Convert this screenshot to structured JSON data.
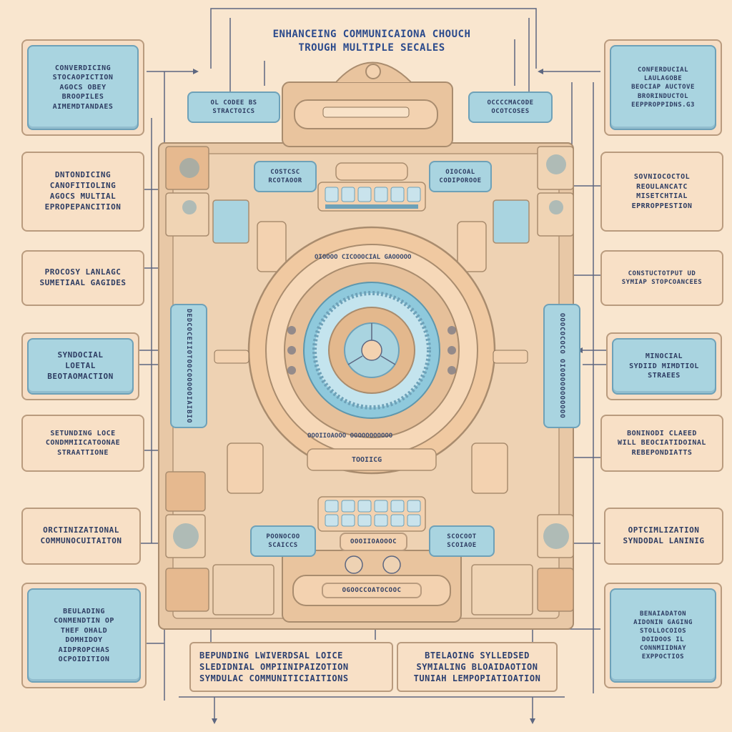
{
  "title": {
    "line1": "ENHANCEING COMMUNICAIONA CHOUCH",
    "line2": "TROUGH MULTIPLE SECALES"
  },
  "left_boxes": [
    {
      "lines": [
        "CONVERDICING",
        "STOCAOPICTION",
        "AGOCS OBEY",
        "BROOPILES",
        "AIMEMDTANDAES"
      ]
    },
    {
      "lines": [
        "DNTONDICING",
        "CANOFITIOLING",
        "AGOCS MULTIAL",
        "EPROPEPANCITION"
      ]
    },
    {
      "lines": [
        "PROCOSY LANLAGC",
        "SUMETIAAL GAGIDES"
      ]
    },
    {
      "lines": [
        "SYNDOCIAL",
        "LOETAL",
        "BEOTAOMACTION"
      ]
    },
    {
      "lines": [
        "SETUNDING LOCE",
        "CONDMMIICATOONAE",
        "STRAATTIONE"
      ]
    },
    {
      "lines": [
        "ORCTINIZATIONAL",
        "COMMUNOCUITAITON"
      ]
    },
    {
      "lines": [
        "BEULADING",
        "CONMENDTIN OP",
        "THEF OHALD",
        "DOMHIDOY",
        "AIDPROPCHAS",
        "OCPOIDITION"
      ]
    }
  ],
  "right_boxes": [
    {
      "lines": [
        "CONFERDUCIAL",
        "LAULAGOBE",
        "BEOCIAP AUCTOVE",
        "BRORINDUCTOL",
        "EEPPROPPIDNS.G3"
      ]
    },
    {
      "lines": [
        "SOVNIOCOCTOL",
        "REOULANCATC",
        "MISETCHTIAL",
        "EPRROPPESTION"
      ]
    },
    {
      "lines": [
        "CONSTUCTOTPUT UD",
        "SYMIAP STOPCOANCEES"
      ]
    },
    {
      "lines": [
        "MINOCIAL",
        "SYDIID MIMDTIOL",
        "STRAEES"
      ]
    },
    {
      "lines": [
        "BONINODI CLAEED",
        "WILL BEOCIATIDOINAL",
        "REBEPONDIATTS"
      ]
    },
    {
      "lines": [
        "OPTCIMLIZATION",
        "SYNDODAL LANINIG"
      ]
    },
    {
      "lines": [
        "BENAIADATON",
        "AIDONIN GAGING",
        "STOLLOCOIOS",
        "DOIDOOS IL",
        "CONNMIIDNAY",
        "EXPPOCTIOS"
      ]
    }
  ],
  "inner_pills": {
    "top_left": [
      "OL CODEE BS",
      "STRACTOICS"
    ],
    "top_right": [
      "OCCCCMACODE",
      "OCOTCOSES"
    ],
    "mid_left": [
      "COSTCSC",
      "RCOTAOOR"
    ],
    "mid_right": [
      "OIOCOAL",
      "CODIPOROOE"
    ],
    "low_left": [
      "POONOCOO",
      "SCAICCS"
    ],
    "low_right": [
      "SCOCOOT",
      "SCOIAOE"
    ],
    "center_bottom_small": "OOOIIOAOOOC",
    "bottom_banner": "OGOOCCOATOCOOC"
  },
  "ring": {
    "top_text": "OIOOOO CICOOOCIAL GAOOOOO",
    "bottom_text": "OOOIIOAOOO OOOOOOOOOOO",
    "label": "TOOIICG"
  },
  "vertical_pills": {
    "left": "DEDCOCEIIOTOOCOOOOOIAIBIO",
    "right": "OOOCOCOCO OIOOOOOOOOOOO"
  },
  "bottom": {
    "left_lines": [
      "BEPUNDING LWIVERDSAL LOICE",
      "SLEDIDNIAL OMPIINIPAIZOTION",
      "SYMDULAC COMMUNITICIAITIONS"
    ],
    "right_lines": [
      "BTELAOING SYLLEDSED",
      "SYMIALING BLOAIDAOTION",
      "TUNIAH LEMPOPIATIOATION"
    ]
  },
  "colors": {
    "background": "#f9e6cf",
    "blue": "#a9d4e0",
    "tan": "#f3d2b0",
    "ink": "#2e3d63",
    "line": "#5d6781"
  }
}
